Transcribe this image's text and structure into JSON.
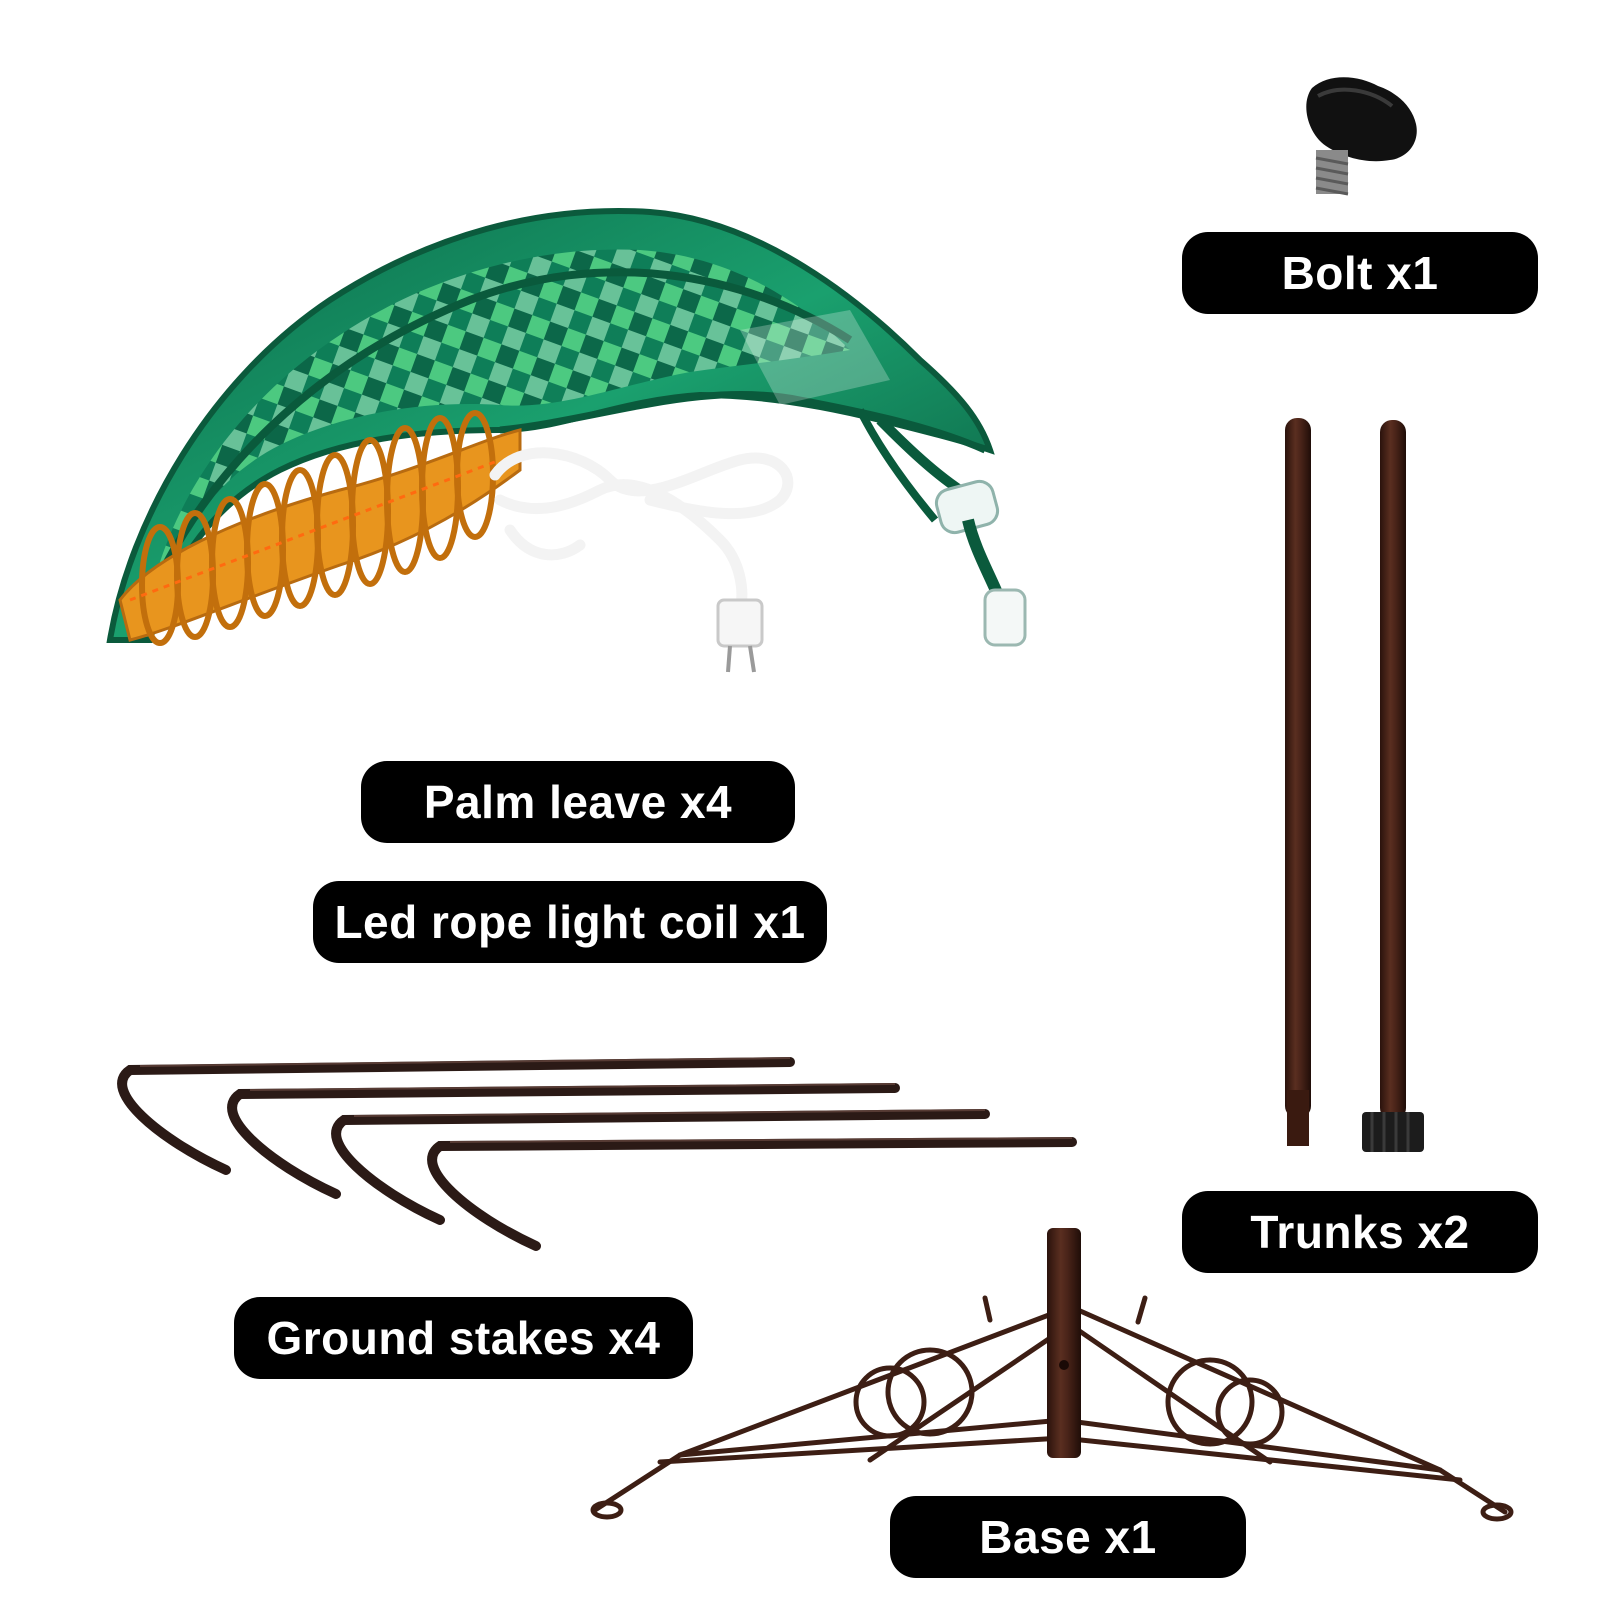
{
  "labels": {
    "bolt": "Bolt x1",
    "palm_leave": "Palm leave x4",
    "rope_light_coil": "Led rope light coil x1",
    "trunks": "Trunks x2",
    "ground_stakes": "Ground stakes x4",
    "base": "Base x1"
  },
  "colors": {
    "label_bg": "#000000",
    "label_text": "#ffffff",
    "leaf_green": "#0f7a55",
    "coil_orange": "#e8951e",
    "cord_white": "#f2f2f2",
    "metal_brown": "#3d1e14"
  },
  "parts": [
    {
      "name": "palm-leaf-with-led-coil",
      "quantity": 4
    },
    {
      "name": "bolt",
      "quantity": 1
    },
    {
      "name": "trunk",
      "quantity": 2
    },
    {
      "name": "ground-stake",
      "quantity": 4
    },
    {
      "name": "base",
      "quantity": 1
    }
  ]
}
